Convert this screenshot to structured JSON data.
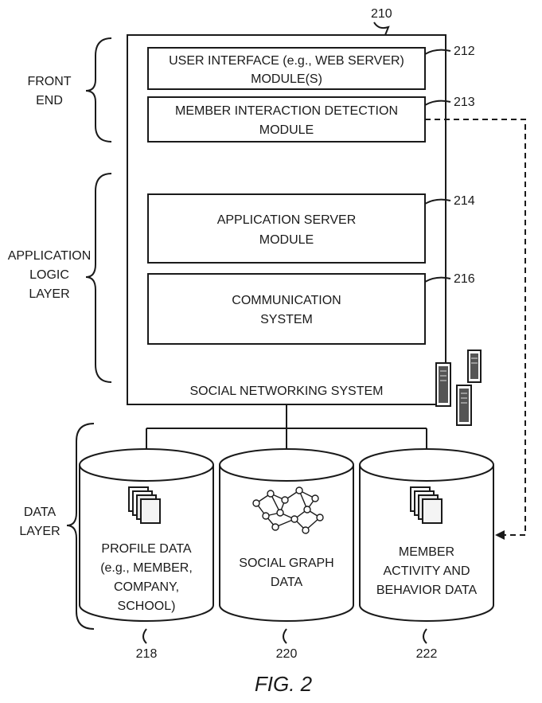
{
  "system": {
    "ref": "210",
    "label": "SOCIAL NETWORKING SYSTEM",
    "modules": [
      {
        "ref": "212",
        "line1": "USER INTERFACE (e.g., WEB SERVER)",
        "line2": "MODULE(S)"
      },
      {
        "ref": "213",
        "line1": "MEMBER INTERACTION DETECTION",
        "line2": "MODULE"
      },
      {
        "ref": "214",
        "line1": "APPLICATION SERVER",
        "line2": "MODULE"
      },
      {
        "ref": "216",
        "line1": "COMMUNICATION",
        "line2": "SYSTEM"
      }
    ]
  },
  "layers": {
    "front_end": [
      "FRONT",
      "END"
    ],
    "application_logic": [
      "APPLICATION",
      "LOGIC",
      "LAYER"
    ],
    "data": [
      "DATA",
      "LAYER"
    ]
  },
  "databases": [
    {
      "ref": "218",
      "lines": [
        "PROFILE DATA",
        "(e.g., MEMBER,",
        "COMPANY,",
        "SCHOOL)"
      ],
      "icon": "document-stack-icon"
    },
    {
      "ref": "220",
      "lines": [
        "SOCIAL GRAPH",
        "DATA"
      ],
      "icon": "network-graph-icon"
    },
    {
      "ref": "222",
      "lines": [
        "MEMBER",
        "ACTIVITY AND",
        "BEHAVIOR DATA"
      ],
      "icon": "document-stack-icon"
    }
  ],
  "figure_label": "FIG. 2"
}
